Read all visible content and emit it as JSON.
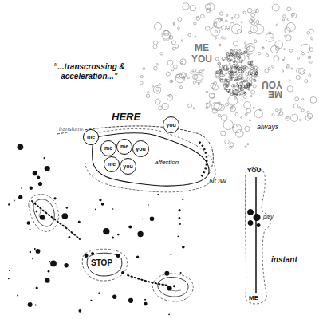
{
  "diagram": {
    "nodes": [
      {
        "text": [
          "HERE",
          "affection"
        ]
      },
      {
        "text": [
          "me"
        ],
        "in": 0
      },
      {
        "text": [
          "you"
        ],
        "in": 0
      },
      {
        "text": [
          "me"
        ],
        "in": 0
      },
      {
        "text": [
          "me"
        ],
        "in": 0
      },
      {
        "text": [
          "me"
        ],
        "in": 0
      },
      {
        "text": [
          "you"
        ],
        "in": 0
      },
      {
        "text": [
          "you"
        ],
        "in": 0
      },
      {
        "text": [
          "YOU",
          "play",
          "ME"
        ]
      },
      {
        "text": [
          "STOP"
        ]
      }
    ],
    "labels": [
      "“...transcrossing & acceleration...”",
      "ME",
      "YOU",
      "YOU",
      "ME",
      "always",
      "transform",
      "NOW",
      "instant"
    ]
  }
}
